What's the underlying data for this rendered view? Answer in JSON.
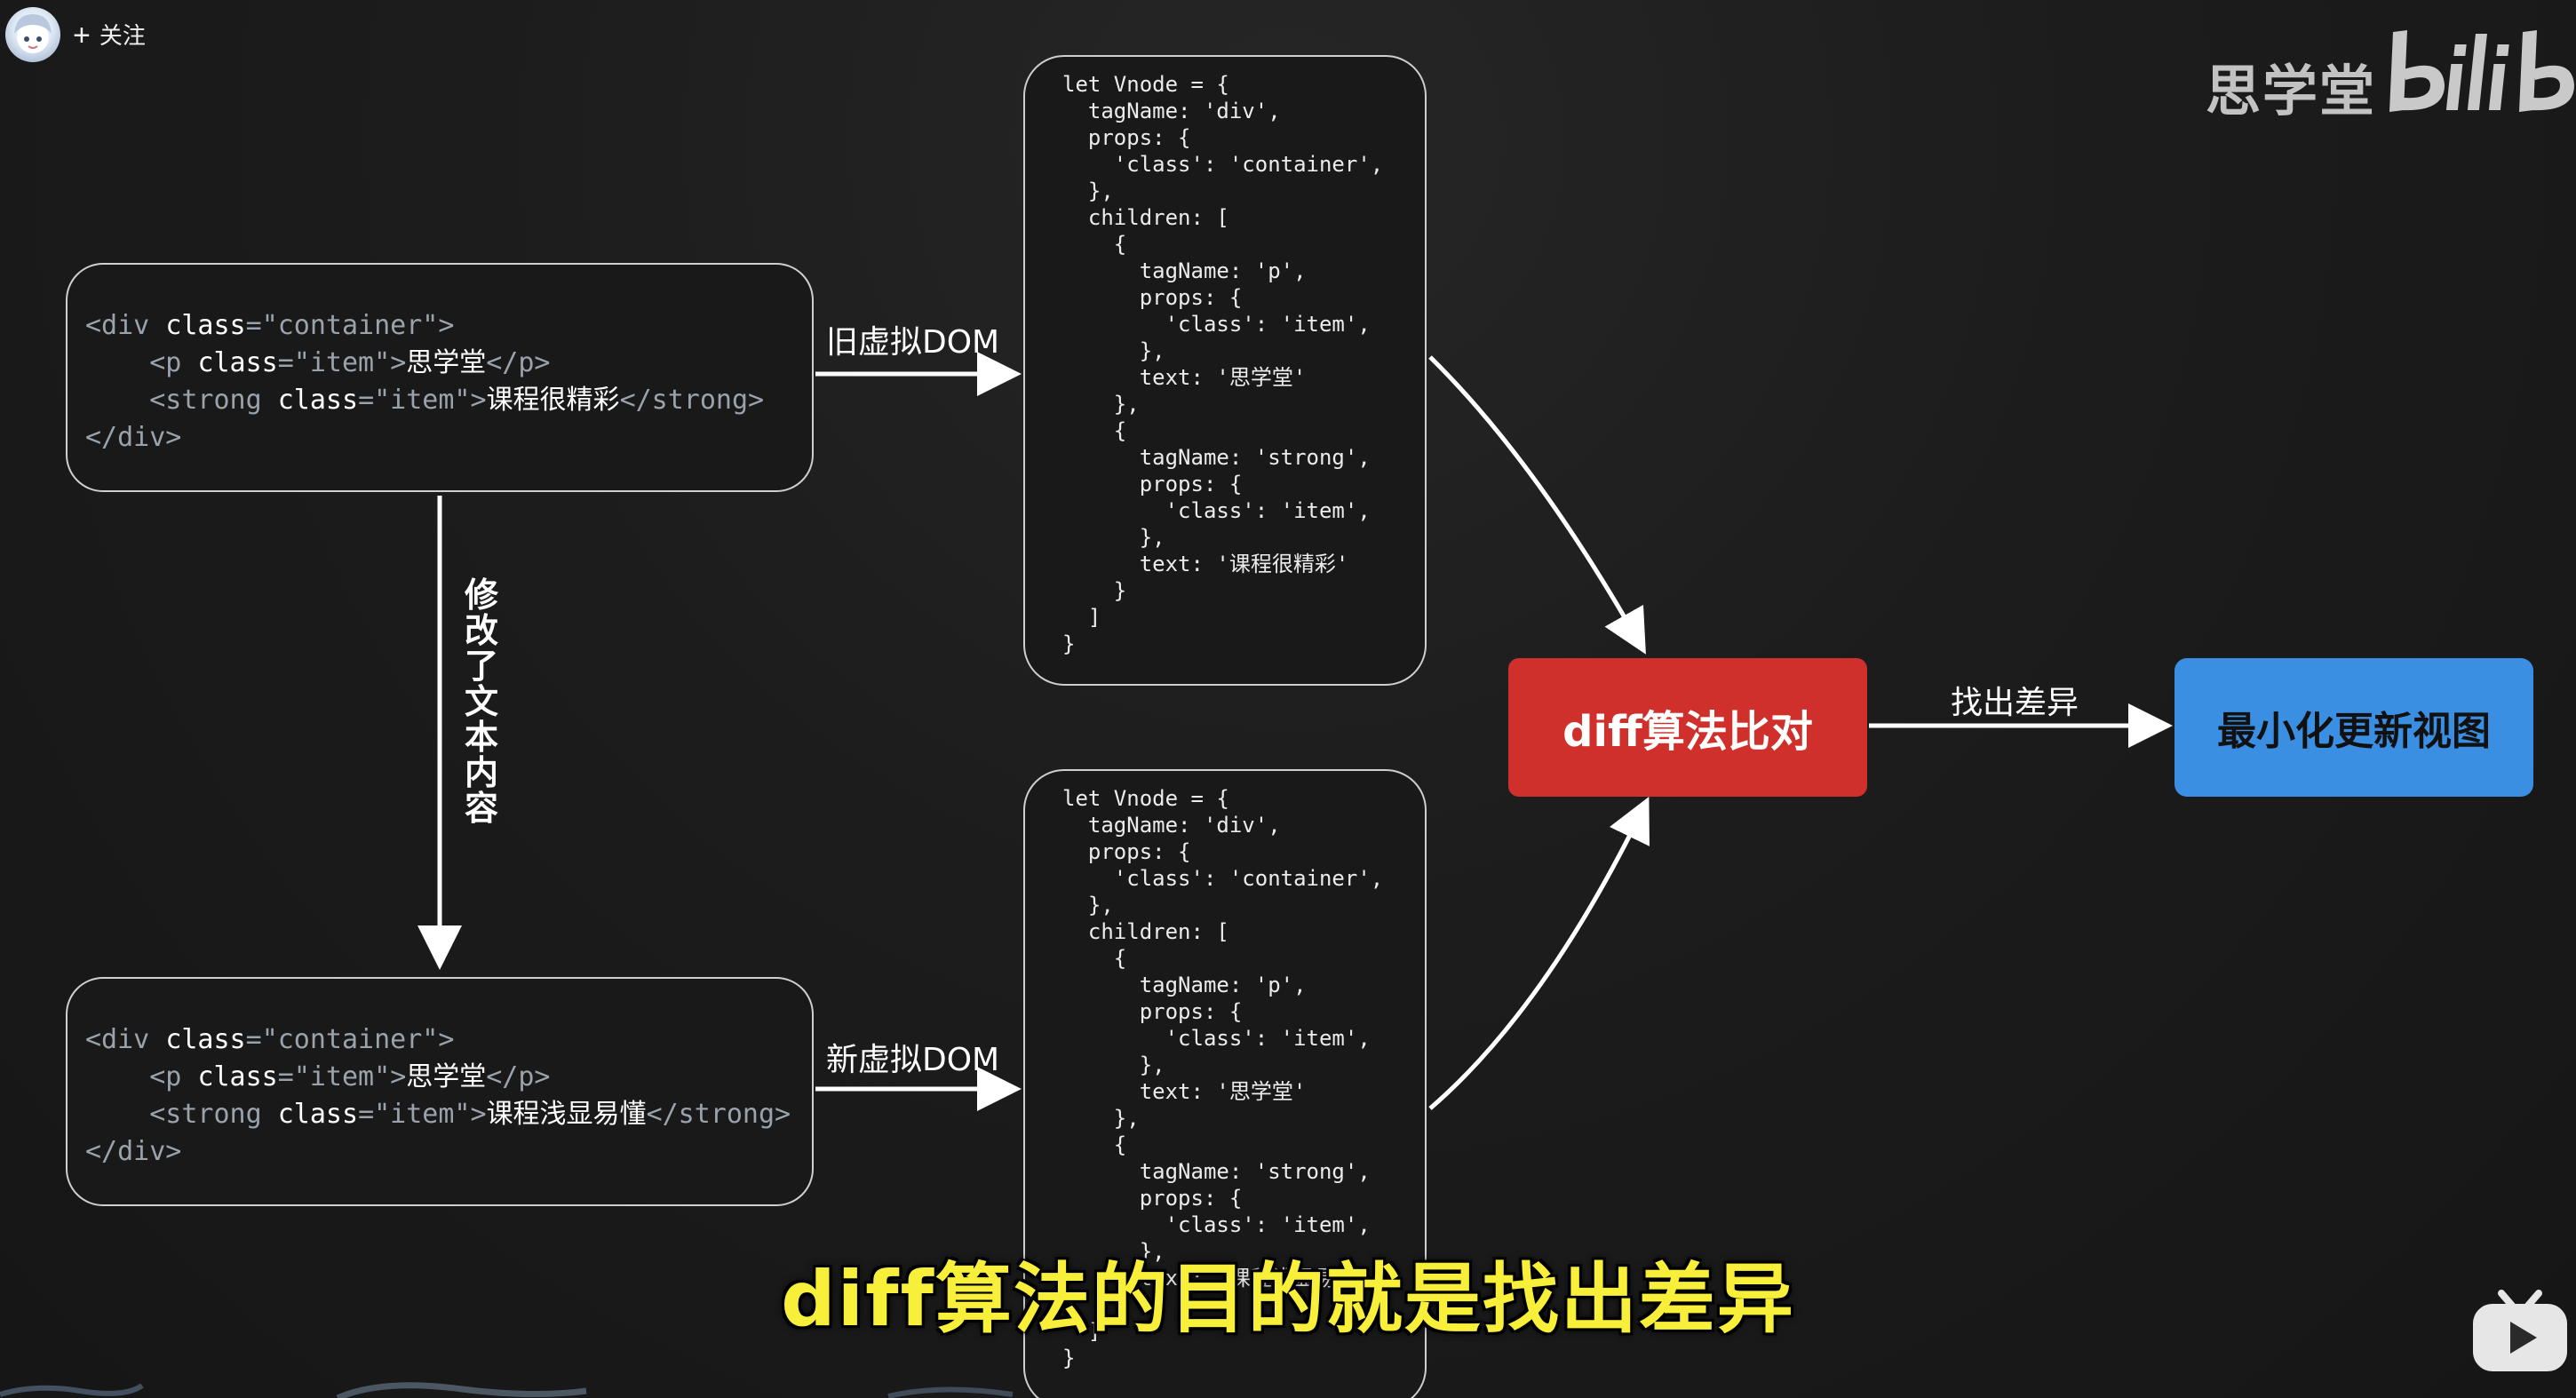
{
  "header": {
    "follow_label": "关注",
    "plus_glyph": "+"
  },
  "watermark": {
    "channel_name": "思学堂",
    "platform": "bilibili"
  },
  "old_html": {
    "lines": [
      {
        "open": "<div ",
        "attr": "class",
        "eq": "=",
        "val": "\"container\"",
        "close": ">",
        "text": "",
        "end": ""
      },
      {
        "open": "    <p ",
        "attr": "class",
        "eq": "=",
        "val": "\"item\"",
        "close": ">",
        "text": "思学堂",
        "end": "</p>"
      },
      {
        "open": "    <strong ",
        "attr": "class",
        "eq": "=",
        "val": "\"item\"",
        "close": ">",
        "text": "课程很精彩",
        "end": "</strong>"
      },
      {
        "open": "</div>",
        "attr": "",
        "eq": "",
        "val": "",
        "close": "",
        "text": "",
        "end": ""
      }
    ]
  },
  "new_html": {
    "lines": [
      {
        "open": "<div ",
        "attr": "class",
        "eq": "=",
        "val": "\"container\"",
        "close": ">",
        "text": "",
        "end": ""
      },
      {
        "open": "    <p ",
        "attr": "class",
        "eq": "=",
        "val": "\"item\"",
        "close": ">",
        "text": "思学堂",
        "end": "</p>"
      },
      {
        "open": "    <strong ",
        "attr": "class",
        "eq": "=",
        "val": "\"item\"",
        "close": ">",
        "text": "课程浅显易懂",
        "end": "</strong>"
      },
      {
        "open": "</div>",
        "attr": "",
        "eq": "",
        "val": "",
        "close": "",
        "text": "",
        "end": ""
      }
    ]
  },
  "old_vnode": {
    "code": "let Vnode = {\n  tagName: 'div',\n  props: {\n    'class': 'container',\n  },\n  children: [\n    {\n      tagName: 'p',\n      props: {\n        'class': 'item',\n      },\n      text: '思学堂'\n    },\n    {\n      tagName: 'strong',\n      props: {\n        'class': 'item',\n      },\n      text: '课程很精彩'\n    }\n  ]\n}"
  },
  "new_vnode": {
    "code": "let Vnode = {\n  tagName: 'div',\n  props: {\n    'class': 'container',\n  },\n  children: [\n    {\n      tagName: 'p',\n      props: {\n        'class': 'item',\n      },\n      text: '思学堂'\n    },\n    {\n      tagName: 'strong',\n      props: {\n        'class': 'item',\n      },\n      text: '课程浅显易懂'\n    }\n  ]\n}"
  },
  "labels": {
    "old_dom": "旧虚拟DOM",
    "new_dom": "新虚拟DOM",
    "modified": "修改了文本内容",
    "find_diff": "找出差异"
  },
  "boxes": {
    "diff": "diff算法比对",
    "result": "最小化更新视图"
  },
  "subtitle": "diff算法的目的就是找出差异",
  "colors": {
    "diff_box": "#d0302b",
    "result_box": "#3b8fe3",
    "subtitle": "#f7ef3a"
  },
  "icons": [
    "user-avatar",
    "plus-icon",
    "bilibili-logo",
    "bilibili-tv-icon"
  ]
}
